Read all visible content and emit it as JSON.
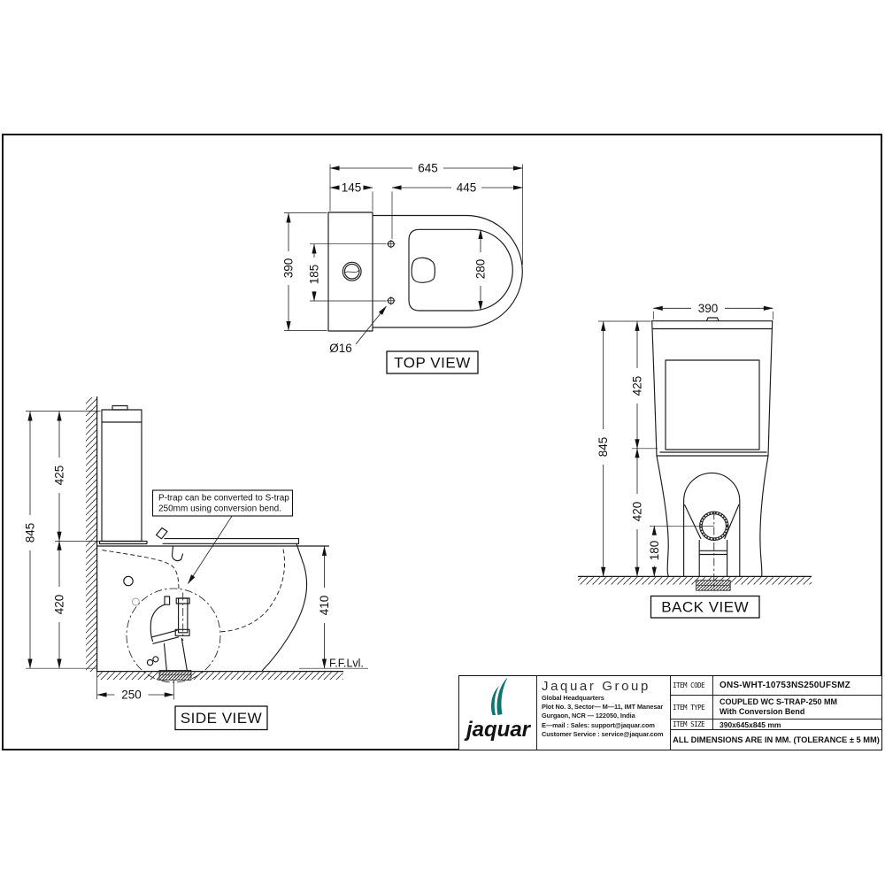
{
  "colors": {
    "line": "#1a1a1a",
    "teal": "#0e756e"
  },
  "top_view": {
    "label": "TOP VIEW",
    "dim_total_width": "645",
    "dim_tank_depth": "145",
    "dim_rim_depth": "445",
    "dim_total_depth": "390",
    "dim_hinge_span": "185",
    "dim_bowl_width": "280",
    "dim_hole_dia": "Ø16"
  },
  "side_view": {
    "label": "SIDE VIEW",
    "dim_height": "845",
    "dim_tank_height": "425",
    "dim_bowl_height": "420",
    "dim_seat_height": "410",
    "dim_trap_distance": "250",
    "floor_label": "F.F.Lvl.",
    "note_line1": "P-trap can be converted to S-trap",
    "note_line2": "250mm using conversion bend."
  },
  "back_view": {
    "label": "BACK VIEW",
    "dim_width": "390",
    "dim_tank_height": "425",
    "dim_height": "845",
    "dim_bowl_height": "420",
    "dim_outlet_height": "180"
  },
  "title_block": {
    "logo_text": "jaquar",
    "company": "Jaquar Group",
    "hq": "Global Headquarters",
    "address_line1": "Plot No. 3, Sector— M—11, IMT Manesar",
    "address_line2": "Gurgaon, NCR — 122050, India",
    "email_line": "E—mail : Sales: support@jaquar.com",
    "service_line": "Customer Service : service@jaquar.com",
    "item_code_label": "ITEM CODE",
    "item_code": "ONS-WHT-10753NS250UFSMZ",
    "item_type_label": "ITEM TYPE",
    "item_type_line1": "COUPLED WC S-TRAP-250 MM",
    "item_type_line2": "With Conversion Bend",
    "item_size_label": "ITEM SIZE",
    "item_size": "390x645x845  mm",
    "tolerance_note": "ALL DIMENSIONS ARE IN MM. (TOLERANCE ± 5 MM)"
  }
}
